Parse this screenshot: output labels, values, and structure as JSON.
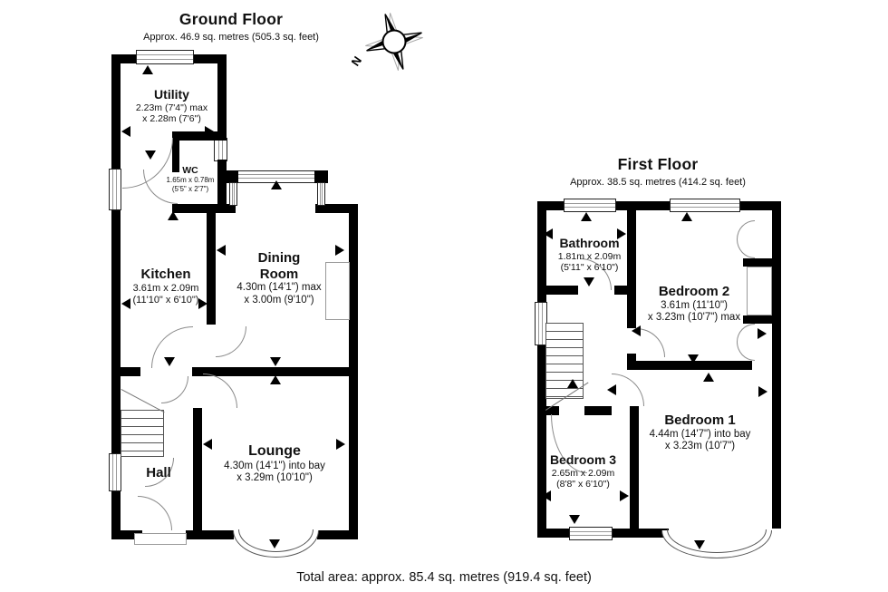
{
  "colors": {
    "wall": "#000000",
    "background": "#ffffff",
    "text": "#111111"
  },
  "compass": {
    "label": "N"
  },
  "ground_floor": {
    "title": "Ground Floor",
    "subtitle": "Approx. 46.9 sq. metres (505.3 sq. feet)",
    "rooms": {
      "utility": {
        "name": "Utility",
        "dim1": "2.23m (7'4\") max",
        "dim2": "x 2.28m (7'6\")"
      },
      "wc": {
        "name": "WC",
        "dim1": "1.65m x 0.78m",
        "dim2": "(5'5\" x 2'7\")"
      },
      "kitchen": {
        "name": "Kitchen",
        "dim1": "3.61m x 2.09m",
        "dim2": "(11'10\" x 6'10\")"
      },
      "dining_room": {
        "name": "Dining Room",
        "dim1": "4.30m (14'1\") max",
        "dim2": "x 3.00m (9'10\")"
      },
      "lounge": {
        "name": "Lounge",
        "dim1": "4.30m (14'1\") into bay",
        "dim2": "x 3.29m (10'10\")"
      },
      "hall": {
        "name": "Hall"
      }
    }
  },
  "first_floor": {
    "title": "First Floor",
    "subtitle": "Approx. 38.5 sq. metres (414.2 sq. feet)",
    "rooms": {
      "bathroom": {
        "name": "Bathroom",
        "dim1": "1.81m x 2.09m",
        "dim2": "(5'11\" x 6'10\")"
      },
      "bedroom2": {
        "name": "Bedroom 2",
        "dim1": "3.61m (11'10\")",
        "dim2": "x 3.23m (10'7\") max"
      },
      "bedroom1": {
        "name": "Bedroom 1",
        "dim1": "4.44m (14'7\") into bay",
        "dim2": "x 3.23m (10'7\")"
      },
      "bedroom3": {
        "name": "Bedroom 3",
        "dim1": "2.65m x 2.09m",
        "dim2": "(8'8\" x 6'10\")"
      }
    }
  },
  "footer": {
    "total_area": "Total area: approx. 85.4 sq. metres (919.4 sq. feet)"
  }
}
